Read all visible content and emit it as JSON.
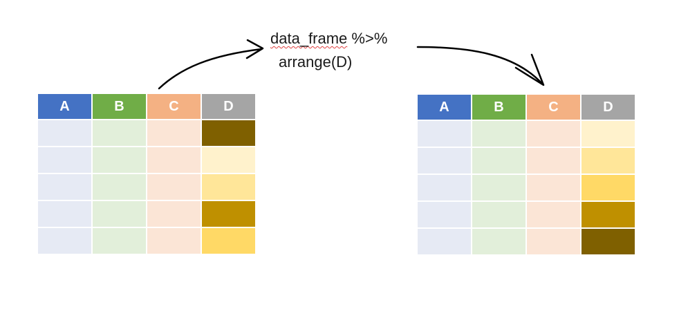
{
  "code": {
    "line1_prefix": "data_frame",
    "line1_suffix": " %>%",
    "line2": "arrange(D)"
  },
  "colors": {
    "header_a": "#4472c4",
    "header_b": "#70ad47",
    "header_c": "#f4b183",
    "header_d": "#a5a5a5",
    "body_a": "#e6eaf4",
    "body_b": "#e2efda",
    "body_c": "#fbe5d6",
    "d_lightest": "#fff2cc",
    "d_light": "#ffe699",
    "d_medium": "#ffd966",
    "d_dark": "#bf9000",
    "d_darkest": "#7f6000"
  },
  "tables": {
    "left": {
      "headers": [
        "A",
        "B",
        "C",
        "D"
      ],
      "d_column": [
        "d_darkest",
        "d_lightest",
        "d_light",
        "d_dark",
        "d_medium"
      ]
    },
    "right": {
      "headers": [
        "A",
        "B",
        "C",
        "D"
      ],
      "d_column": [
        "d_lightest",
        "d_light",
        "d_medium",
        "d_dark",
        "d_darkest"
      ]
    }
  }
}
